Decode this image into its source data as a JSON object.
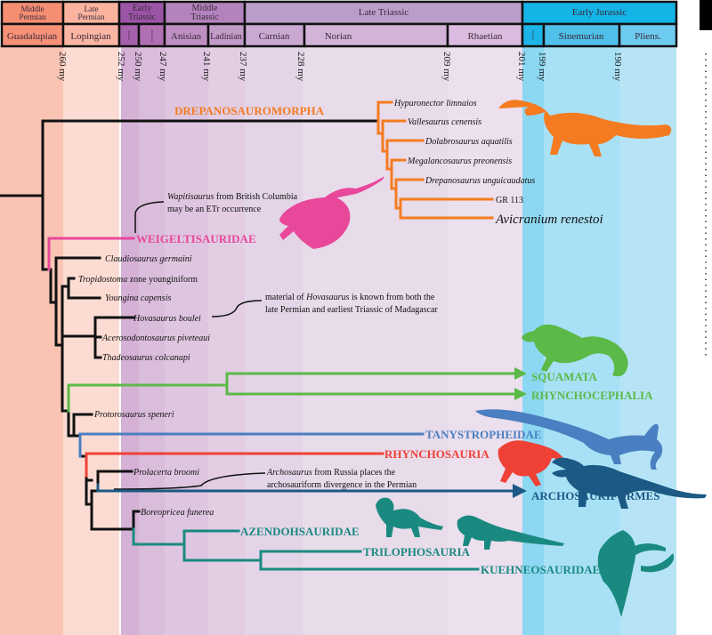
{
  "header": {
    "epochs": [
      {
        "label": "Middle Permian",
        "color": "#f58e73"
      },
      {
        "label": "Late Permian",
        "color": "#fbb39e"
      },
      {
        "label": "Early Triassic",
        "color": "#9b55a6"
      },
      {
        "label": "Middle Triassic",
        "color": "#b383bd"
      },
      {
        "label": "Late Triassic",
        "color": "#bb9dca"
      },
      {
        "label": "Early Jurassic",
        "color": "#14b4e6"
      }
    ],
    "stages": [
      {
        "label": "Guadalupian",
        "color": "#f79178"
      },
      {
        "label": "Lopingian",
        "color": "#fbb5a2"
      },
      {
        "label": "Induan",
        "color": "#a561ab"
      },
      {
        "label": "Olenekian",
        "color": "#b06fb3"
      },
      {
        "label": "Anisian",
        "color": "#bf8fc3"
      },
      {
        "label": "Ladinian",
        "color": "#c39bc8"
      },
      {
        "label": "Carnian",
        "color": "#c9a8d2"
      },
      {
        "label": "Norian",
        "color": "#d1b4d8"
      },
      {
        "label": "Rhaetian",
        "color": "#dbbce0"
      },
      {
        "label": "Hettang.",
        "color": "#1db5e8"
      },
      {
        "label": "Sinemurian",
        "color": "#4fc0ea"
      },
      {
        "label": "Pliens.",
        "color": "#6dcbef"
      }
    ],
    "dates": [
      "260 my",
      "252 my",
      "250 my",
      "247 my",
      "241 my",
      "237 my",
      "228 my",
      "209 my",
      "201 my",
      "199 my",
      "190 my"
    ]
  },
  "tree": {
    "drepanosauromorpha": {
      "label": "DREPANOSAUROMORPHA",
      "color": "#f47b20",
      "taxa": [
        "Hypuronector limnaios",
        "Vallesaurus cenensis",
        "Dolabrosaurus aquatilis",
        "Megalancosaurus preonensis",
        "Drepanosaurus unguicaudatus",
        "GR 113",
        "Avicranium renestoi"
      ]
    },
    "weigeltisauridae": {
      "label": "WEIGELTISAURIDAE",
      "color": "#e8479a"
    },
    "basal_taxa": {
      "claudiosaurus": "Claudiosaurus germaini",
      "tropidostoma_italic": "Tropidostoma",
      "tropidostoma_rest": " zone younginiform",
      "youngina": "Youngina capensis",
      "hovasaurus": "Hovasaurus boulei",
      "acerosodontosaurus": "Acerosodontosaurus piveteaui",
      "thadeosaurus": "Thadeosaurus colcanapi",
      "protorosaurus": "Protorosaurus speneri",
      "prolacerta": "Prolacerta broomi",
      "boreopricea": "Boreopricea funerea"
    },
    "lepidosauria": {
      "squamata": "SQUAMATA",
      "rhynchocephalia": "RHYNCHOCEPHALIA",
      "color": "#5bb947"
    },
    "tanystropheidae": {
      "label": "TANYSTROPHEIDAE",
      "color": "#4a7fc1"
    },
    "rhynchosauria": {
      "label": "RHYNCHOSAURIA",
      "color": "#ef4136"
    },
    "archosauriformes": {
      "label": "ARCHOSAURIFORMES",
      "color": "#1c5a85"
    },
    "allokotosauria": {
      "color": "#1a8a80",
      "azendohsauridae": "AZENDOHSAURIDAE",
      "trilophosauria": "TRILOPHOSAURIA",
      "kuehneosauridae": "KUEHNEOSAURIDAE"
    }
  },
  "notes": {
    "wapitisaurus": {
      "italic": "Wapitisaurus",
      "line1_rest": " from British Columbia",
      "line2": "may be an ETr occurrence"
    },
    "hovasaurus": {
      "line1_pre": "material of ",
      "italic": "Hovasaurus",
      "line1_rest": " is known from both the",
      "line2": "late Permian and earliest Triassic of Madagascar"
    },
    "archosaurus": {
      "italic": "Archosaurus",
      "line1_rest": " from Russia places the",
      "line2": "archosauriform divergence in the Permian"
    }
  }
}
